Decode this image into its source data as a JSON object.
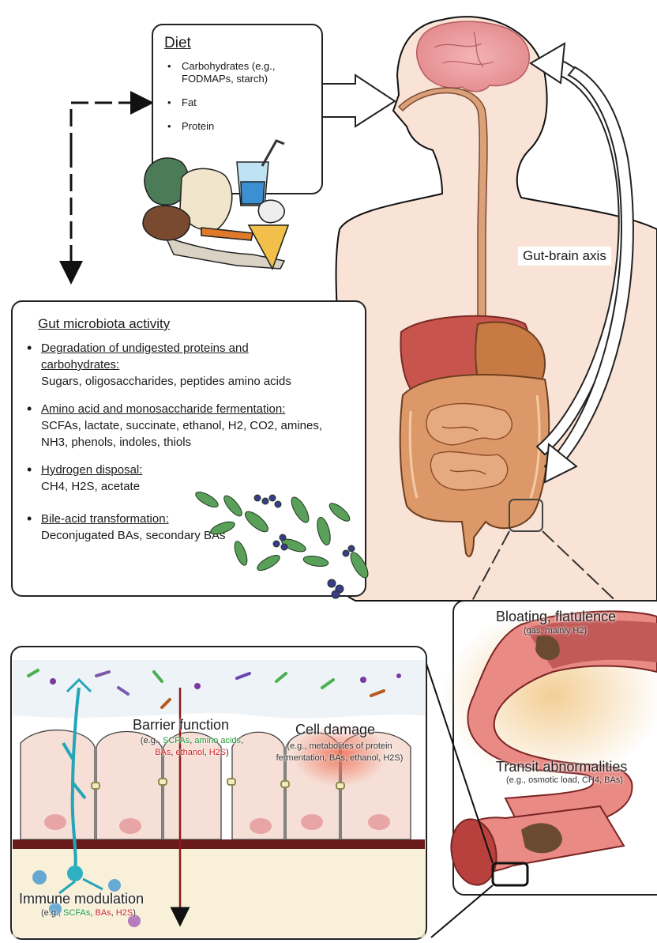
{
  "diet": {
    "title": "Diet",
    "items": [
      "Carbohydrates (e.g., FODMAPs, starch)",
      "Fat",
      "Protein"
    ]
  },
  "gut_brain_axis": "Gut-brain axis",
  "microbiota": {
    "title": "Gut microbiota activity",
    "items": [
      {
        "heading": "Degradation of undigested proteins and carbohydrates:",
        "detail": "Sugars, oligosaccharides, peptides amino acids"
      },
      {
        "heading": "Amino acid and monosaccharide fermentation:",
        "detail": "SCFAs, lactate, succinate, ethanol, H2, CO2, amines, NH3, phenols, indoles, thiols"
      },
      {
        "heading": "Hydrogen disposal:",
        "detail": "CH4, H2S, acetate"
      },
      {
        "heading": "Bile-acid transformation:",
        "detail": "Deconjugated BAs, secondary BAs"
      }
    ]
  },
  "colon_panel": {
    "bloating": {
      "title": "Bloating, flatulence",
      "sub": "(gas, mainly H2)"
    },
    "transit": {
      "title": "Transit abnormalities",
      "sub": "(e.g., osmotic load, CH4, BAs)"
    }
  },
  "mucosa_panel": {
    "barrier": {
      "title": "Barrier function",
      "sub_prefix": "(e.g., ",
      "scfas": "SCFAs",
      "amino": "amino acids",
      "bas": "BAs",
      "ethanol": "ethanol",
      "h2s": "H2S",
      "close": ")"
    },
    "damage": {
      "title": "Cell damage",
      "sub": "(e.g., metabolites of protein fermentation, BAs, ethanol, H2S)"
    },
    "immune": {
      "title": "Immune modulation",
      "sub_prefix": "(e.g., ",
      "scfas": "SCFAs",
      "bas": "BAs",
      "h2s": "H2S",
      "close": ")"
    }
  },
  "colors": {
    "green": "#1e9a3a",
    "red": "#d02424",
    "skin": "#f9e3d6",
    "gut": "#d98a5a",
    "liver": "#c8554d"
  }
}
